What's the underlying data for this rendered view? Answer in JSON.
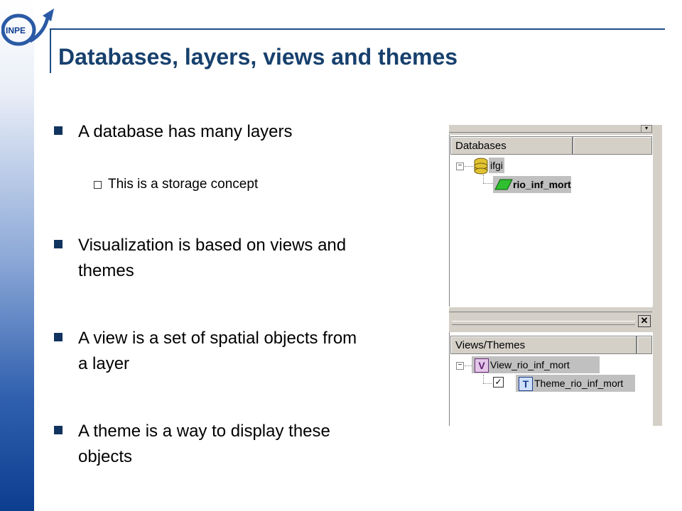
{
  "logo": {
    "text": "INPE"
  },
  "title": "Databases, layers, views and themes",
  "bullets": [
    {
      "text": "A database has many layers"
    },
    {
      "text": "Visualization is based on views and themes"
    },
    {
      "text": "A view is a set of spatial objects from a layer"
    },
    {
      "text": "A theme is a way to display these objects"
    }
  ],
  "sub_bullet": "This is a storage concept",
  "screenshot": {
    "databases_header": "Databases",
    "database_name": "ifgi",
    "layer_name": "rio_inf_mort",
    "views_header": "Views/Themes",
    "view_name": "View_rio_inf_mort",
    "theme_name": "Theme_rio_inf_mort",
    "view_icon": "V",
    "theme_icon": "T",
    "close_glyph": "✕"
  },
  "colors": {
    "title": "#17406d",
    "bullet": "#11335f",
    "rule": "#1f4c86"
  }
}
